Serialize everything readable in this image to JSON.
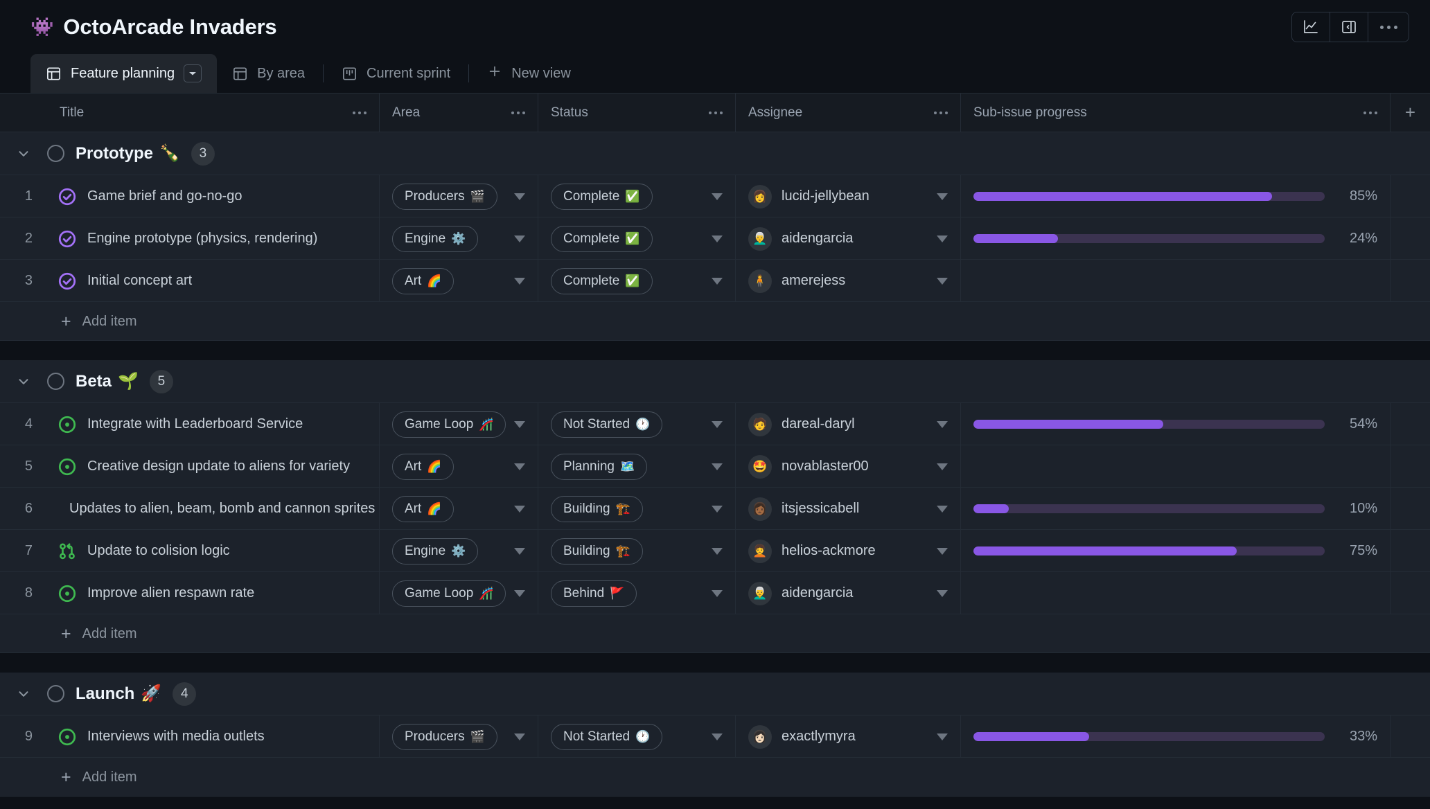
{
  "header": {
    "project_emoji": "👾",
    "project_title": "OctoArcade Invaders",
    "tools": [
      {
        "name": "insights-icon",
        "label": "Insights"
      },
      {
        "name": "side-panel-icon",
        "label": "Toggle side panel"
      },
      {
        "name": "more-options-icon",
        "label": "More options"
      }
    ]
  },
  "tabs": {
    "items": [
      {
        "label": "Feature planning",
        "icon": "table-view-icon",
        "active": true,
        "has_caret": true
      },
      {
        "label": "By area",
        "icon": "table-view-icon",
        "active": false,
        "has_caret": false
      },
      {
        "label": "Current sprint",
        "icon": "board-view-icon",
        "active": false,
        "has_caret": false
      }
    ],
    "new_view_label": "New view",
    "new_view_icon": "plus-icon"
  },
  "table": {
    "columns": [
      {
        "key": "title",
        "label": "Title"
      },
      {
        "key": "area",
        "label": "Area"
      },
      {
        "key": "status",
        "label": "Status"
      },
      {
        "key": "assignee",
        "label": "Assignee"
      },
      {
        "key": "progress",
        "label": "Sub-issue progress"
      }
    ],
    "add_column_label": "+",
    "add_item_label": "Add item",
    "groups": [
      {
        "name": "Prototype",
        "emoji": "🍾",
        "count": "3",
        "rows": [
          {
            "num": "1",
            "icon": "issue-closed-icon",
            "title": "Game brief and go-no-go",
            "area": "Producers",
            "area_emoji": "🎬",
            "status": "Complete",
            "status_emoji": "✅",
            "assignee": "lucid-jellybean",
            "avatar_emoji": "👩",
            "progress": 85,
            "progress_label": "85%"
          },
          {
            "num": "2",
            "icon": "issue-closed-icon",
            "title": "Engine prototype (physics, rendering)",
            "area": "Engine",
            "area_emoji": "⚙️",
            "status": "Complete",
            "status_emoji": "✅",
            "assignee": "aidengarcia",
            "avatar_emoji": "👨‍🦳",
            "progress": 24,
            "progress_label": "24%"
          },
          {
            "num": "3",
            "icon": "issue-closed-icon",
            "title": "Initial concept art",
            "area": "Art",
            "area_emoji": "🌈",
            "status": "Complete",
            "status_emoji": "✅",
            "assignee": "amerejess",
            "avatar_emoji": "🧍",
            "progress": null,
            "progress_label": ""
          }
        ]
      },
      {
        "name": "Beta",
        "emoji": "🌱",
        "count": "5",
        "rows": [
          {
            "num": "4",
            "icon": "issue-open-icon",
            "title": "Integrate with Leaderboard Service",
            "area": "Game Loop",
            "area_emoji": "🎢",
            "status": "Not Started",
            "status_emoji": "🕐",
            "assignee": "dareal-daryl",
            "avatar_emoji": "🧑",
            "progress": 54,
            "progress_label": "54%"
          },
          {
            "num": "5",
            "icon": "issue-open-icon",
            "title": "Creative design update to aliens for variety",
            "area": "Art",
            "area_emoji": "🌈",
            "status": "Planning",
            "status_emoji": "🗺️",
            "assignee": "novablaster00",
            "avatar_emoji": "🤩",
            "progress": null,
            "progress_label": ""
          },
          {
            "num": "6",
            "icon": "pull-request-draft-icon",
            "title": "Updates to alien, beam, bomb and cannon sprites",
            "area": "Art",
            "area_emoji": "🌈",
            "status": "Building",
            "status_emoji": "🏗️",
            "assignee": "itsjessicabell",
            "avatar_emoji": "👩🏾",
            "progress": 10,
            "progress_label": "10%"
          },
          {
            "num": "7",
            "icon": "pull-request-open-icon",
            "title": "Update to colision logic",
            "area": "Engine",
            "area_emoji": "⚙️",
            "status": "Building",
            "status_emoji": "🏗️",
            "assignee": "helios-ackmore",
            "avatar_emoji": "🧑‍🦱",
            "progress": 75,
            "progress_label": "75%"
          },
          {
            "num": "8",
            "icon": "issue-open-icon",
            "title": "Improve alien respawn rate",
            "area": "Game Loop",
            "area_emoji": "🎢",
            "status": "Behind",
            "status_emoji": "🚩",
            "assignee": "aidengarcia",
            "avatar_emoji": "👨‍🦳",
            "progress": null,
            "progress_label": ""
          }
        ]
      },
      {
        "name": "Launch",
        "emoji": "🚀",
        "count": "4",
        "rows": [
          {
            "num": "9",
            "icon": "issue-open-icon",
            "title": "Interviews with media outlets",
            "area": "Producers",
            "area_emoji": "🎬",
            "status": "Not Started",
            "status_emoji": "🕐",
            "assignee": "exactlymyra",
            "avatar_emoji": "👩🏻",
            "progress": 33,
            "progress_label": "33%"
          }
        ]
      }
    ]
  },
  "colors": {
    "accent_purple": "#8957e5",
    "issue_open_green": "#3fb950",
    "issue_closed_purple": "#a371f7",
    "page_bg": "#0d1117",
    "row_bg": "#1c222b"
  }
}
